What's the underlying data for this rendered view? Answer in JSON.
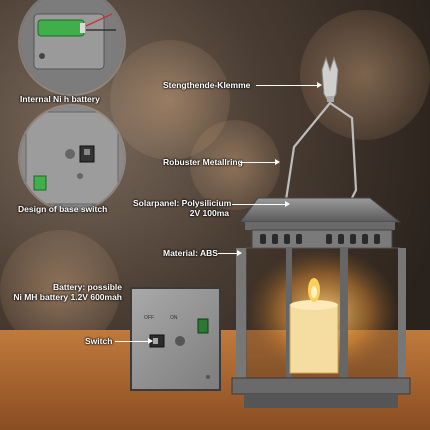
{
  "labels": {
    "internal_battery": "Internal Ni h battery",
    "base_switch": "Design of base switch",
    "clamp": "Stengthende-Klemme",
    "metal_ring": "Robuster Metallring",
    "solar_line1": "Solarpanel: Polysilicium",
    "solar_line2": "2V 100ma",
    "material": "Material: ABS",
    "battery_line1": "Battery: possible",
    "battery_line2": "Ni MH battery 1.2V 600mah",
    "switch": "Switch"
  },
  "panel_marks": {
    "off": "OFF",
    "on": "ON"
  }
}
